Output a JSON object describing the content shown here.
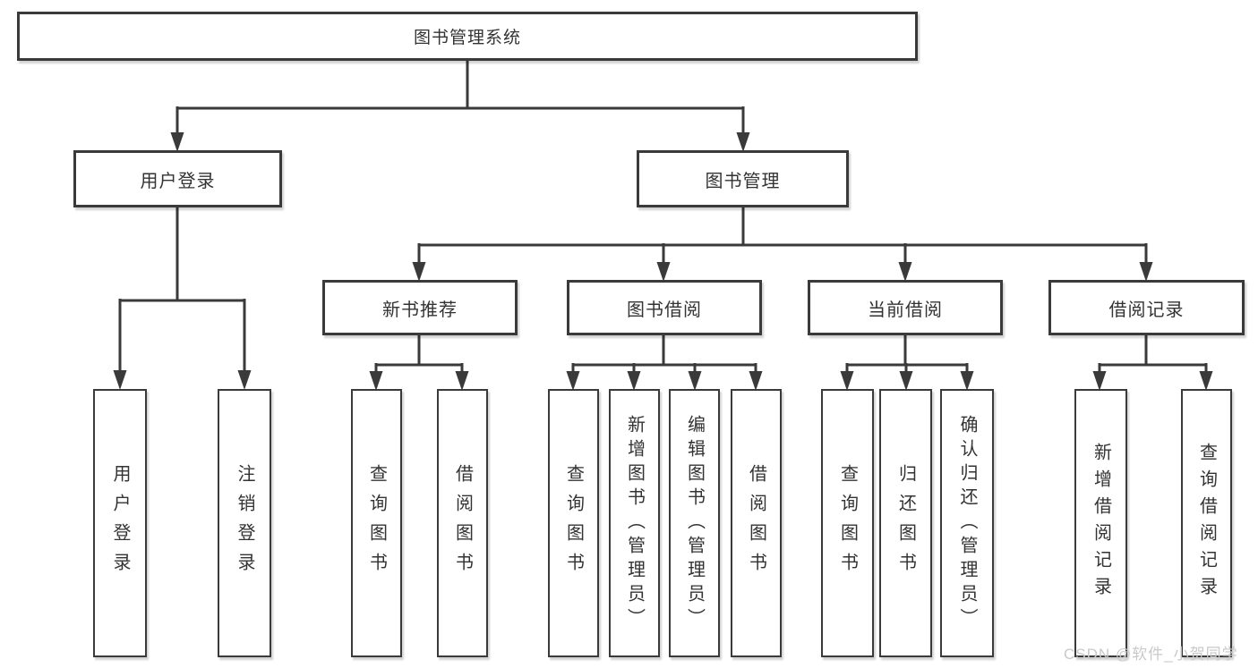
{
  "diagram": {
    "root": {
      "label": "图书管理系统"
    },
    "level2": [
      {
        "label": "用户登录"
      },
      {
        "label": "图书管理"
      }
    ],
    "level3": [
      {
        "label": "新书推荐"
      },
      {
        "label": "图书借阅"
      },
      {
        "label": "当前借阅"
      },
      {
        "label": "借阅记录"
      }
    ],
    "leaves": {
      "user_login": [
        "用户登录",
        "注销登录"
      ],
      "new_book_recommend": [
        "查询图书",
        "借阅图书"
      ],
      "book_borrowing": [
        "查询图书",
        "新增图书（管理员）",
        "编辑图书（管理员）",
        "借阅图书"
      ],
      "current_borrowing": [
        "查询图书",
        "归还图书",
        "确认归还（管理员）"
      ],
      "borrowing_records": [
        "新增借阅记录",
        "查询借阅记录"
      ]
    }
  },
  "watermark": {
    "text": "CSDN @软件_小贺同学"
  },
  "colors": {
    "line": "#3a3a3a",
    "text": "#333333",
    "background": "#ffffff",
    "watermark": "#c9c9c9"
  }
}
